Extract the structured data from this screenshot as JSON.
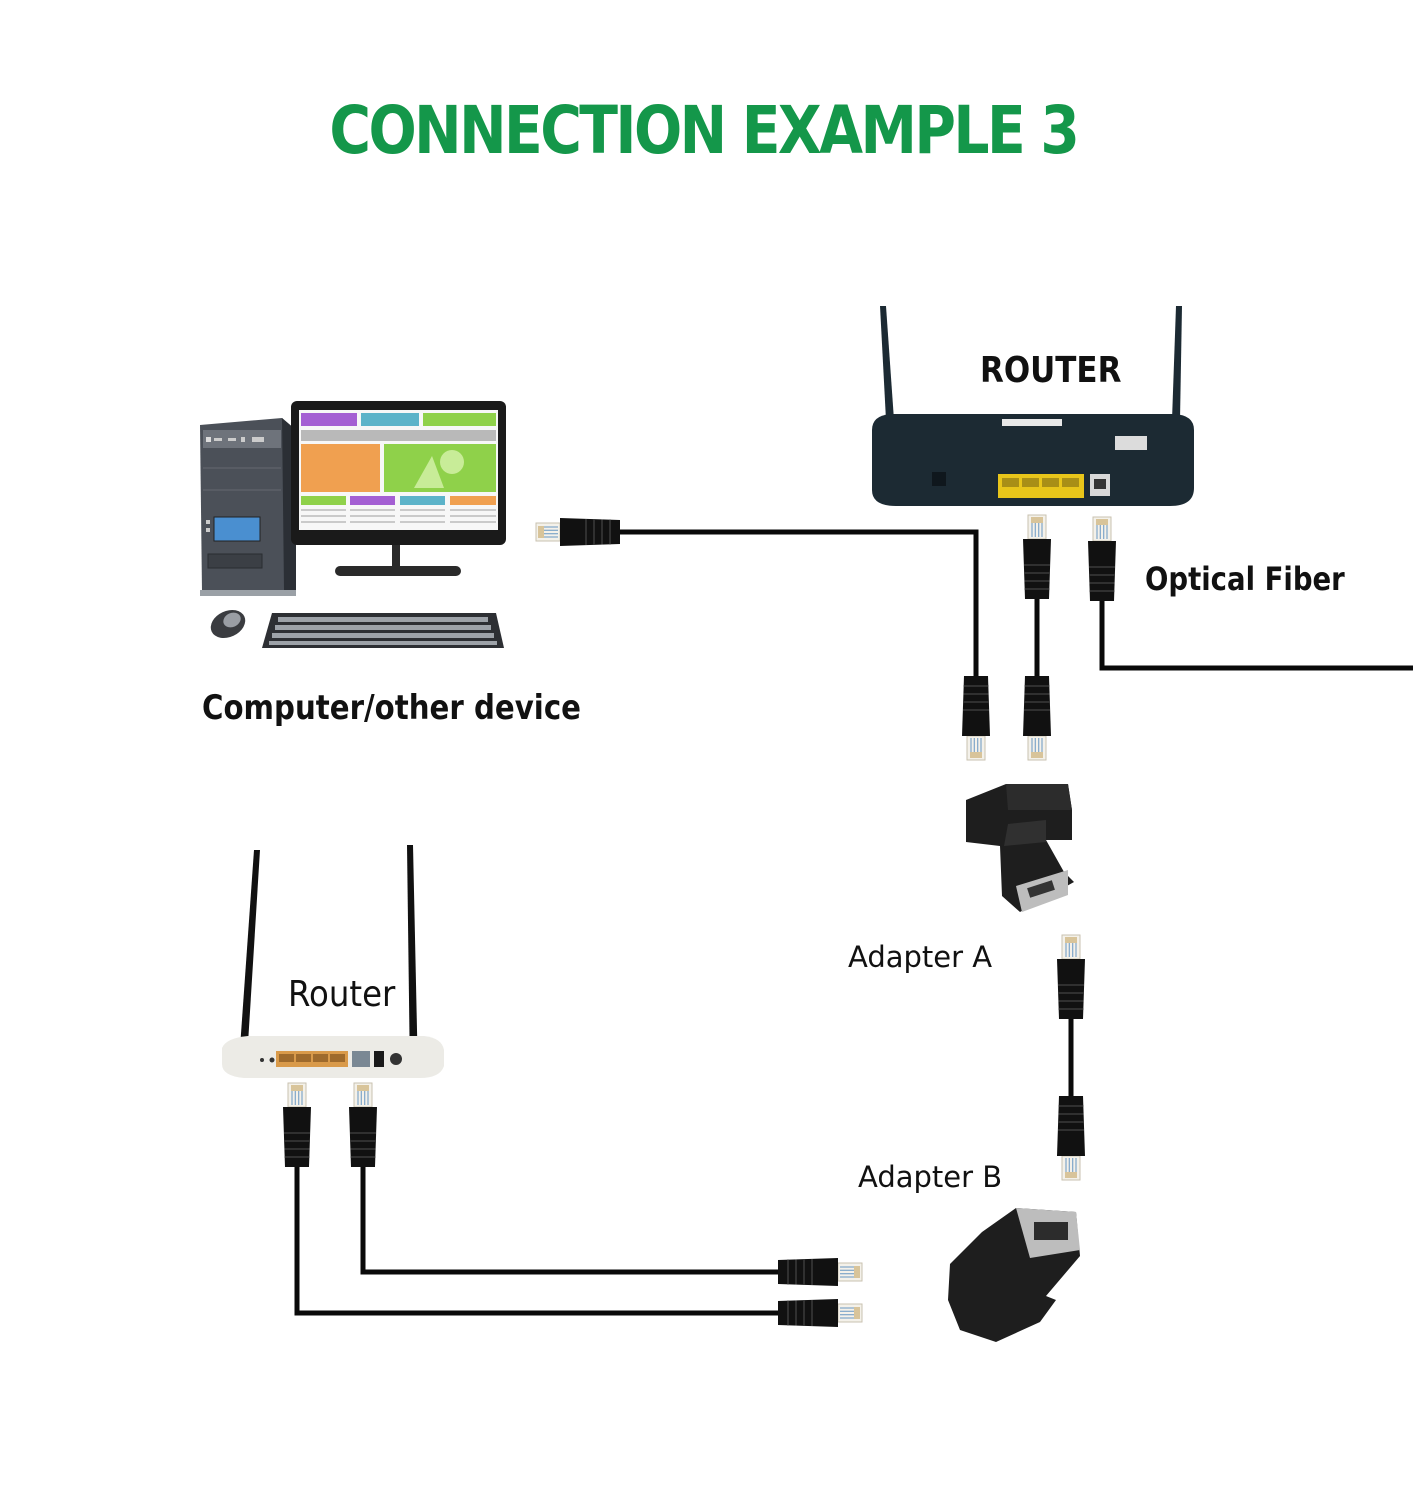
{
  "title": "CONNECTION EXAMPLE 3",
  "colors": {
    "title": "#14974a",
    "cable": "#0a0a0a",
    "router_main_body": "#1c2a33",
    "router_ports": "#e8c51a",
    "secondary_router_body": "#ecebe6",
    "secondary_router_ports": "#d99a4a",
    "adapter_body": "#1e1e1e"
  },
  "labels": {
    "main_router": "ROUTER",
    "optical_fiber": "Optical Fiber",
    "computer": "Computer/other device",
    "adapter_a": "Adapter A",
    "adapter_b": "Adapter B",
    "secondary_router": "Router"
  },
  "devices": [
    {
      "id": "computer",
      "name": "Computer/other device",
      "icon": "desktop-computer-icon"
    },
    {
      "id": "main_router",
      "name": "ROUTER",
      "icon": "fiber-router-icon"
    },
    {
      "id": "adapter_a",
      "name": "Adapter A",
      "icon": "rj45-splitter-icon"
    },
    {
      "id": "adapter_b",
      "name": "Adapter B",
      "icon": "rj45-splitter-icon"
    },
    {
      "id": "secondary_router",
      "name": "Router",
      "icon": "wifi-router-icon"
    }
  ],
  "connections": [
    {
      "from": "computer",
      "to": "adapter_a",
      "medium": "ethernet"
    },
    {
      "from": "main_router",
      "to": "adapter_a",
      "medium": "ethernet"
    },
    {
      "from": "main_router",
      "to": "external",
      "medium": "optical fiber"
    },
    {
      "from": "adapter_a",
      "to": "adapter_b",
      "medium": "ethernet"
    },
    {
      "from": "secondary_router",
      "to": "adapter_b",
      "medium": "ethernet"
    },
    {
      "from": "secondary_router",
      "to": "adapter_b",
      "medium": "ethernet"
    }
  ]
}
